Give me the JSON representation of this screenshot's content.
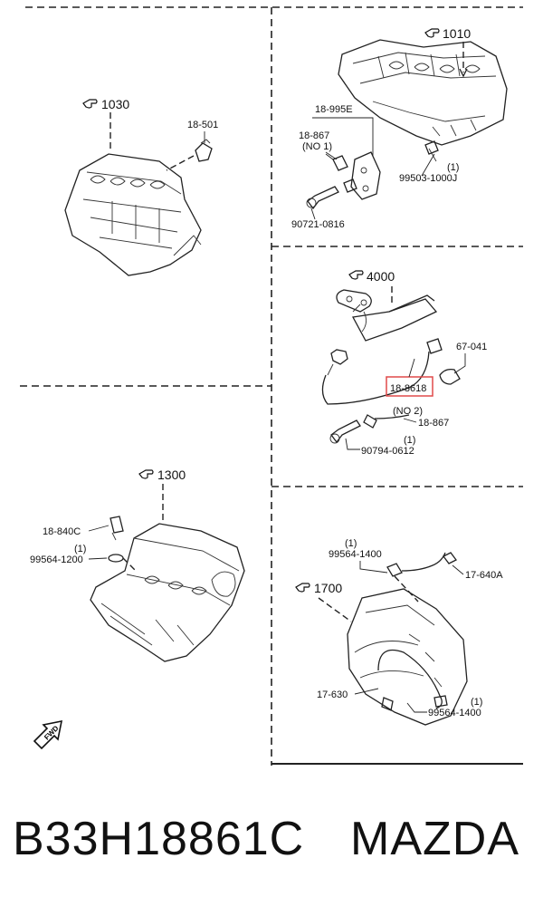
{
  "diagram": {
    "refs": {
      "r1010": "1010",
      "r1030": "1030",
      "r4000": "4000",
      "r1300": "1300",
      "r1700": "1700"
    },
    "labels": {
      "p18_501": "18-501",
      "p18_995e": "18-995E",
      "p18_867_a": "18-867",
      "no1": "(NO 1)",
      "p99503": "99503-1000J",
      "one_a": "(1)",
      "p90721": "90721-0816",
      "p67_041": "67-041",
      "p18_8618": "18-8618",
      "no2": "(NO 2)",
      "p18_867_b": "18-867",
      "one_b": "(1)",
      "p90794": "90794-0612",
      "p18_840c": "18-840C",
      "one_c": "(1)",
      "p99564_1200": "99564-1200",
      "one_d": "(1)",
      "p99564_1400_a": "99564-1400",
      "p17_640a": "17-640A",
      "p17_630": "17-630",
      "one_e": "(1)",
      "p99564_1400_b": "99564-1400",
      "fwd": "FWD"
    },
    "highlight_color": "#e04a4a"
  },
  "caption": {
    "part_number": "B33H18861C",
    "brand": "MAZDA"
  }
}
